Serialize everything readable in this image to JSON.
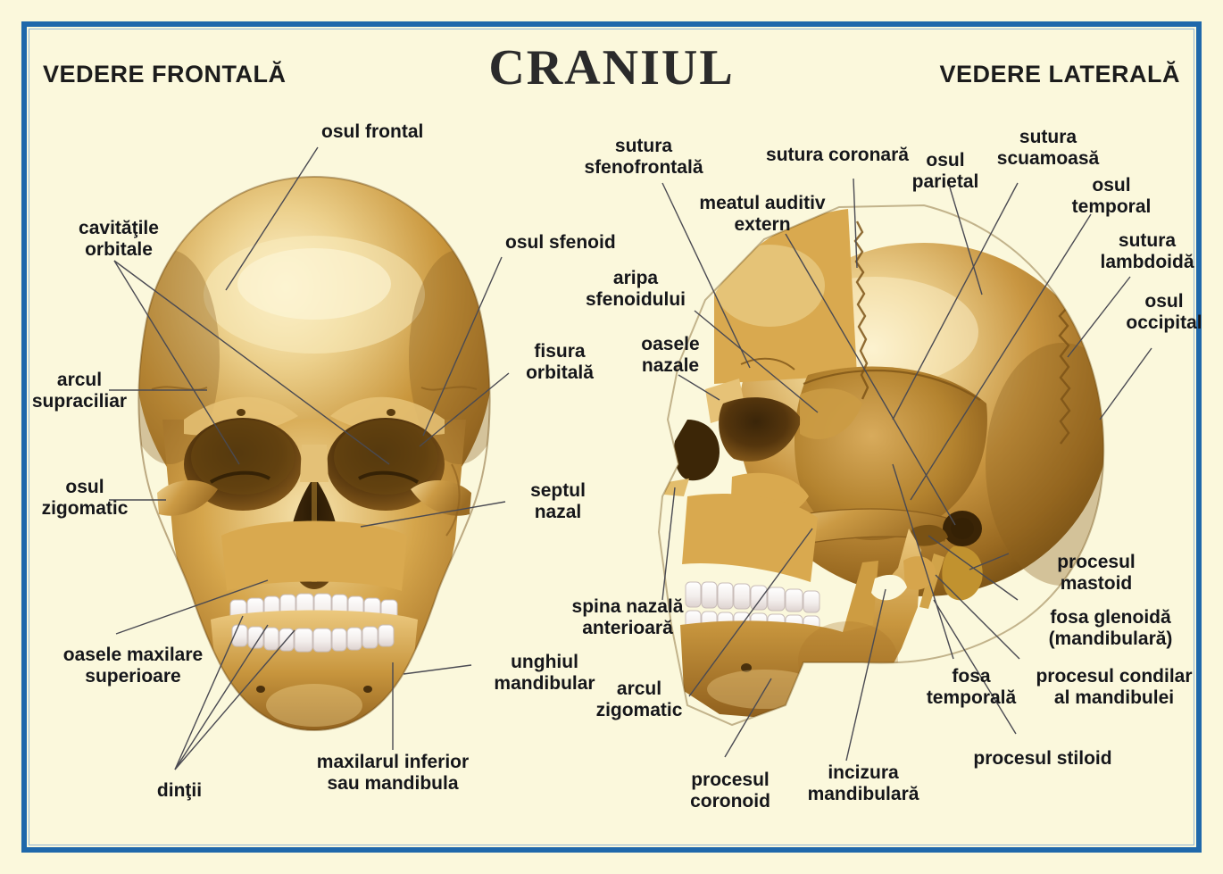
{
  "poster": {
    "title": "CRANIUL",
    "background_color": "#fbf8dc",
    "frame_color": "#1f68ab",
    "bone_color": "#c99a43",
    "tooth_color": "#f2ecea",
    "heading_frontal": "VEDERE FRONTALĂ",
    "heading_lateral": "VEDERE LATERALĂ"
  },
  "frontal_view": {
    "labels": [
      {
        "id": "osul-frontal",
        "text": "osul frontal"
      },
      {
        "id": "cavitatile-orbitale",
        "text": "cavităţile\norbitale"
      },
      {
        "id": "arcul-supraciliar",
        "text": "arcul\nsupraciliar"
      },
      {
        "id": "osul-zigomatic",
        "text": "osul\nzigomatic"
      },
      {
        "id": "oasele-maxilare",
        "text": "oasele maxilare\nsuperioare"
      },
      {
        "id": "dintii",
        "text": "dinţii"
      },
      {
        "id": "maxilarul-inferior",
        "text": "maxilarul inferior\nsau mandibula"
      },
      {
        "id": "unghiul-mandibular",
        "text": "unghiul\nmandibular"
      },
      {
        "id": "septul-nazal",
        "text": "septul\nnazal"
      },
      {
        "id": "fisura-orbitala",
        "text": "fisura\norbitală"
      },
      {
        "id": "osul-sfenoid",
        "text": "osul sfenoid"
      }
    ]
  },
  "lateral_view": {
    "labels": [
      {
        "id": "sutura-sfenofrontala",
        "text": "sutura\nsfenofrontală"
      },
      {
        "id": "meatul-auditiv-extern",
        "text": "meatul auditiv\nextern"
      },
      {
        "id": "sutura-coronara",
        "text": "sutura coronară"
      },
      {
        "id": "osul-parietal",
        "text": "osul\nparietal"
      },
      {
        "id": "sutura-scuamoasa",
        "text": "sutura\nscuamoasă"
      },
      {
        "id": "osul-temporal",
        "text": "osul\ntemporal"
      },
      {
        "id": "sutura-lambdoida",
        "text": "sutura\nlambdoidă"
      },
      {
        "id": "osul-occipital",
        "text": "osul\noccipital"
      },
      {
        "id": "aripa-sfenoidului",
        "text": "aripa\nsfenoidului"
      },
      {
        "id": "oasele-nazale",
        "text": "oasele\nnazale"
      },
      {
        "id": "spina-nazala-anterioara",
        "text": "spina nazală\nanterioară"
      },
      {
        "id": "arcul-zigomatic",
        "text": "arcul\nzigomatic"
      },
      {
        "id": "procesul-coronoid",
        "text": "procesul\ncoronoid"
      },
      {
        "id": "incizura-mandibulara",
        "text": "incizura\nmandibulară"
      },
      {
        "id": "fosa-temporala",
        "text": "fosa\ntemporală"
      },
      {
        "id": "procesul-mastoid",
        "text": "procesul\nmastoid"
      },
      {
        "id": "fosa-glenoida",
        "text": "fosa glenoidă\n(mandibulară)"
      },
      {
        "id": "procesul-condilar",
        "text": "procesul condilar\nal mandibulei"
      },
      {
        "id": "procesul-stiloid",
        "text": "procesul stiloid"
      }
    ]
  }
}
